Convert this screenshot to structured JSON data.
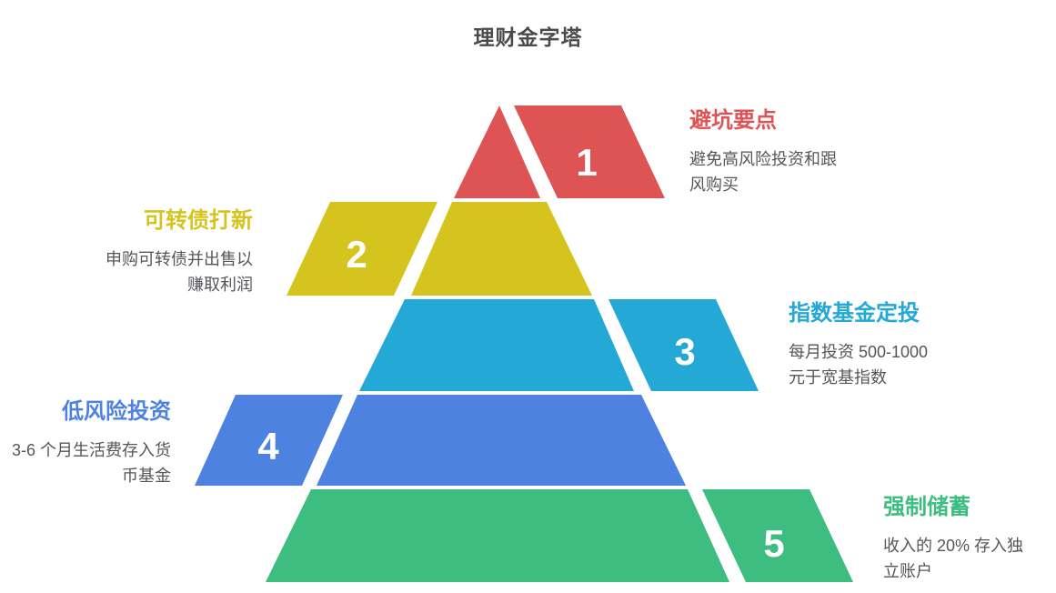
{
  "title": "理财金字塔",
  "colors": {
    "background": "#FFFFFF",
    "main_title_text": "#4B4B4D",
    "description_text": "#55565A",
    "number_text": "#FFFFFF"
  },
  "chart_data": {
    "type": "pyramid",
    "title": "理财金字塔",
    "order": "top-to-bottom",
    "levels": [
      {
        "rank": "1",
        "label": "避坑要点",
        "description": "避免高风险投资和跟风购买",
        "color": "#DE5455",
        "tab_side": "right"
      },
      {
        "rank": "2",
        "label": "可转债打新",
        "description": "申购可转债并出售以赚取利润",
        "color": "#D6C41E",
        "tab_side": "left"
      },
      {
        "rank": "3",
        "label": "指数基金定投",
        "description": "每月投资 500-1000 元于宽基指数",
        "color": "#24A8D6",
        "tab_side": "right"
      },
      {
        "rank": "4",
        "label": "低风险投资",
        "description": "3-6 个月生活费存入货币基金",
        "color": "#4E82E0",
        "tab_side": "left"
      },
      {
        "rank": "5",
        "label": "强制储蓄",
        "description": "收入的 20% 存入独立账户",
        "color": "#3DBD80",
        "tab_side": "right"
      }
    ]
  }
}
